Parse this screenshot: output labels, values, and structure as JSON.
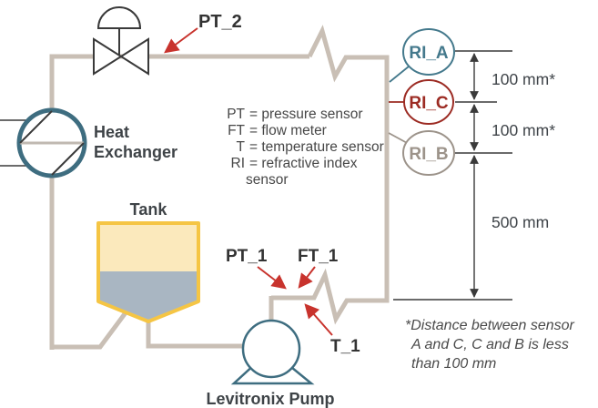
{
  "diagram": {
    "equipment": {
      "heat_exchanger_line1": "Heat",
      "heat_exchanger_line2": "Exchanger",
      "tank_label": "Tank",
      "pump_label": "Levitronix Pump"
    },
    "instrument_tags": {
      "pt2": "PT_2",
      "pt1": "PT_1",
      "ft1": "FT_1",
      "t1": "T_1"
    },
    "ri_sensors": [
      {
        "label": "RI_A",
        "color": "#44798c"
      },
      {
        "label": "RI_C",
        "color": "#9c2b23"
      },
      {
        "label": "RI_B",
        "color": "#9c938a"
      }
    ],
    "legend": {
      "rows": [
        {
          "abbr": "PT",
          "rest": "= pressure sensor"
        },
        {
          "abbr": "FT",
          "rest": "= flow meter"
        },
        {
          "abbr": "T",
          "rest": "= temperature sensor"
        },
        {
          "abbr": "RI",
          "rest": "= refractive index"
        }
      ],
      "wrap": "sensor"
    },
    "dimensions": {
      "a_c": "100 mm*",
      "c_b": "100 mm*",
      "b_bottom": "500 mm"
    },
    "footnote": {
      "line1": "*Distance between sensor",
      "line2": "A and C, C and B is less",
      "line3": "than 100 mm"
    },
    "colors": {
      "pipe": "#c9bfb5",
      "equipment_teal": "#3e6d80",
      "tank_border": "#f5c544",
      "tank_fill": "#fbe9bc",
      "tank_liquid": "#a9b6c2",
      "annotation_red": "#c8332d",
      "line_dark": "#3a3a3a"
    }
  }
}
